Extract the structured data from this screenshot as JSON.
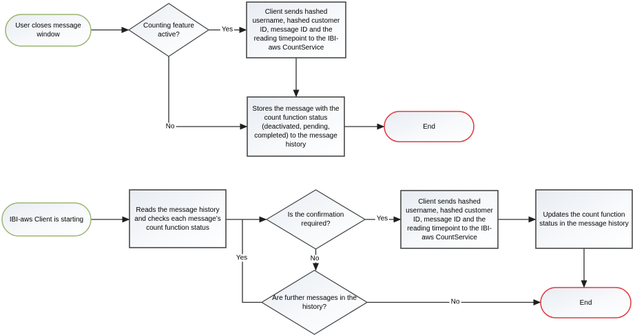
{
  "colors": {
    "start_terminator_border": "#9cb572",
    "end_terminator_border": "#e03c41",
    "process_border": "#474747",
    "connector": "#2e2e2e",
    "shape_fill_top": "#e8ecf2",
    "shape_fill_bottom": "#ffffff"
  },
  "flows": {
    "top": {
      "start": "User closes message window",
      "decision_counting": "Counting feature active?",
      "process_send": "Client sends hashed username, hashed customer ID, message ID and the reading timepoint to the IBI-aws CountService",
      "process_store": "Stores the message with the count function status (deactivated, pending, completed) to the message history",
      "end": "End",
      "label_yes": "Yes",
      "label_no": "No"
    },
    "bottom": {
      "start": "IBI-aws Client is starting",
      "process_read": "Reads the message history and checks each message’s count function status",
      "decision_confirmation": "Is the confirmation required?",
      "process_send": "Client sends hashed username, hashed customer ID, message ID and the reading timepoint to the IBI-aws CountService",
      "process_update": "Updates the count function status in the message history",
      "decision_further": "Are further messages in the history?",
      "end": "End",
      "label_yes_confirmation": "Yes",
      "label_no_confirmation": "No",
      "label_yes_further": "Yes",
      "label_no_further": "No"
    }
  }
}
